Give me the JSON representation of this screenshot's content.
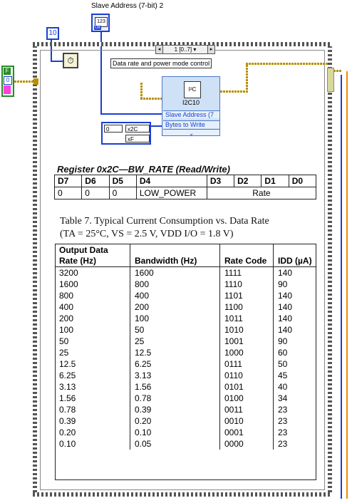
{
  "labview": {
    "slave_title": "Slave Address (7-bit) 2",
    "u8_value": "123",
    "u8_type": "U8",
    "const_10": "10",
    "seq_selector": "1 [0..7]",
    "seq_prev": "◂",
    "seq_next": "▸",
    "seq_dropdown": "▾",
    "comment": "Data rate and power mode control",
    "bool_label": "F",
    "bool_index": "0",
    "i2c_name": "I2C10",
    "i2c_icon": "I²C",
    "i2c_slave_row": "Slave Address (7",
    "i2c_bytes_row": "Bytes to Write",
    "i2c_more": "⌄",
    "array_index": "0",
    "array_values": [
      "x2C",
      "xF"
    ],
    "colors": {
      "int_wire": "#1a3fd0",
      "cluster_wire": "#b89000",
      "node_bg": "#cfe1f7",
      "bool": "#2a8a2a"
    }
  },
  "register": {
    "title": "Register 0x2C—BW_RATE (Read/Write)",
    "bits": [
      "D7",
      "D6",
      "D5",
      "D4",
      "D3",
      "D2",
      "D1",
      "D0"
    ],
    "values": [
      "0",
      "0",
      "0",
      "LOW_POWER",
      "Rate"
    ]
  },
  "table7": {
    "title_line1": "Table 7. Typical Current Consumption vs. Data Rate",
    "title_line2": "(TA = 25°C, VS = 2.5 V, VDD I/O = 1.8 V)",
    "headers": [
      "Output Data Rate (Hz)",
      "Bandwidth (Hz)",
      "Rate Code",
      "IDD (µA)"
    ],
    "rows": [
      [
        "3200",
        "1600",
        "1111",
        "140"
      ],
      [
        "1600",
        "800",
        "1110",
        "90"
      ],
      [
        "800",
        "400",
        "1101",
        "140"
      ],
      [
        "400",
        "200",
        "1100",
        "140"
      ],
      [
        "200",
        "100",
        "1011",
        "140"
      ],
      [
        "100",
        "50",
        "1010",
        "140"
      ],
      [
        "50",
        "25",
        "1001",
        "90"
      ],
      [
        "25",
        "12.5",
        "1000",
        "60"
      ],
      [
        "12.5",
        "6.25",
        "0111",
        "50"
      ],
      [
        "6.25",
        "3.13",
        "0110",
        "45"
      ],
      [
        "3.13",
        "1.56",
        "0101",
        "40"
      ],
      [
        "1.56",
        "0.78",
        "0100",
        "34"
      ],
      [
        "0.78",
        "0.39",
        "0011",
        "23"
      ],
      [
        "0.39",
        "0.20",
        "0010",
        "23"
      ],
      [
        "0.20",
        "0.10",
        "0001",
        "23"
      ],
      [
        "0.10",
        "0.05",
        "0000",
        "23"
      ]
    ]
  }
}
